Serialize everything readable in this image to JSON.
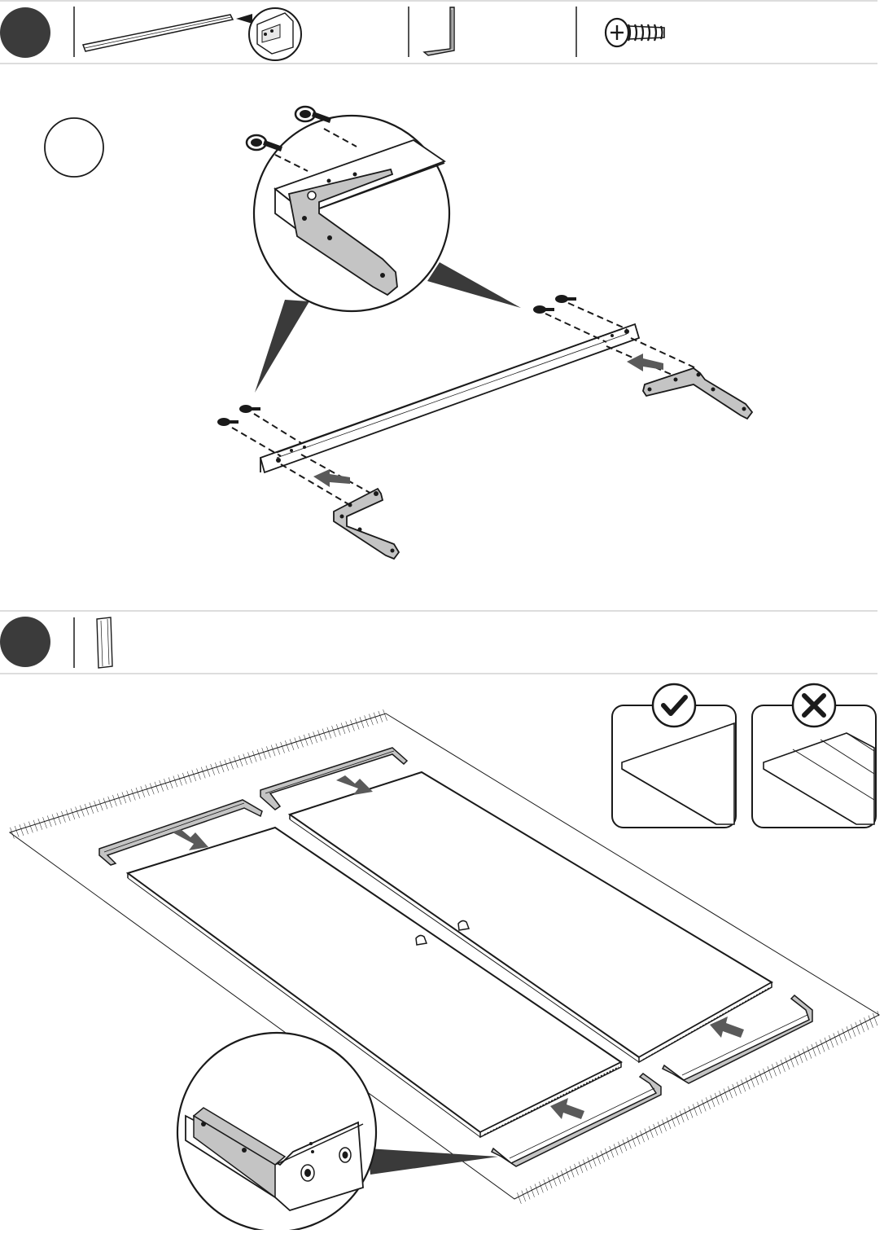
{
  "page": {
    "background": "#ffffff",
    "ink": "#1a1a1a",
    "metal_fill": "#c4c4c4",
    "step_badge_fill": "#3b3b3b",
    "arrow_fill": "#5a5a5a"
  },
  "step_one": {
    "badge_label": "",
    "detail_badge_label": "",
    "parts_strip": [
      "rail-part",
      "l-bracket-part",
      "screw-part"
    ]
  },
  "step_two": {
    "badge_label": "",
    "parts_strip": [
      "panel-part"
    ],
    "correct_example": {
      "icon": "check-icon"
    },
    "wrong_example": {
      "icon": "cross-icon"
    }
  }
}
